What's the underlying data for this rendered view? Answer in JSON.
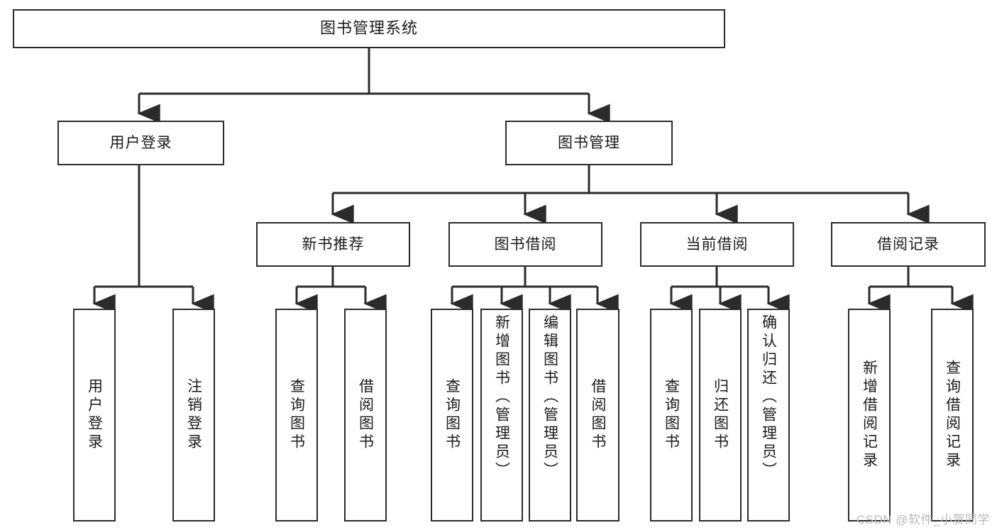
{
  "diagram": {
    "title": "图书管理系统",
    "type": "tree",
    "levels": 4,
    "nodes": {
      "root": {
        "label": "图书管理系统"
      },
      "level2": [
        {
          "id": "user-login",
          "label": "用户登录"
        },
        {
          "id": "book-management",
          "label": "图书管理"
        }
      ],
      "level3": [
        {
          "id": "new-book-recommend",
          "label": "新书推荐"
        },
        {
          "id": "book-borrow",
          "label": "图书借阅"
        },
        {
          "id": "current-borrow",
          "label": "当前借阅"
        },
        {
          "id": "borrow-record",
          "label": "借阅记录"
        }
      ],
      "leaves": {
        "user_login": [
          {
            "id": "leaf-user-login",
            "label": "用户登录"
          },
          {
            "id": "leaf-logout",
            "label": "注销登录"
          }
        ],
        "new_book_recommend": [
          {
            "id": "leaf-query-book-1",
            "label": "查询图书"
          },
          {
            "id": "leaf-borrow-book-1",
            "label": "借阅图书"
          }
        ],
        "book_borrow": [
          {
            "id": "leaf-query-book-2",
            "label": "查询图书"
          },
          {
            "id": "leaf-add-book",
            "label": "新增图书（管理员）"
          },
          {
            "id": "leaf-edit-book",
            "label": "编辑图书（管理员）"
          },
          {
            "id": "leaf-borrow-book-2",
            "label": "借阅图书"
          }
        ],
        "current_borrow": [
          {
            "id": "leaf-query-book-3",
            "label": "查询图书"
          },
          {
            "id": "leaf-return-book",
            "label": "归还图书"
          },
          {
            "id": "leaf-confirm-return",
            "label": "确认归还（管理员）"
          }
        ],
        "borrow_record": [
          {
            "id": "leaf-add-record",
            "label": "新增借阅记录"
          },
          {
            "id": "leaf-query-record",
            "label": "查询借阅记录"
          }
        ]
      }
    },
    "colors": {
      "stroke": "#2b2b2b",
      "fill": "#ffffff",
      "text": "#1a1a1a",
      "watermark": "#b9b9b9"
    }
  },
  "watermark": {
    "text": "CSDN @软件_小贺同学"
  }
}
